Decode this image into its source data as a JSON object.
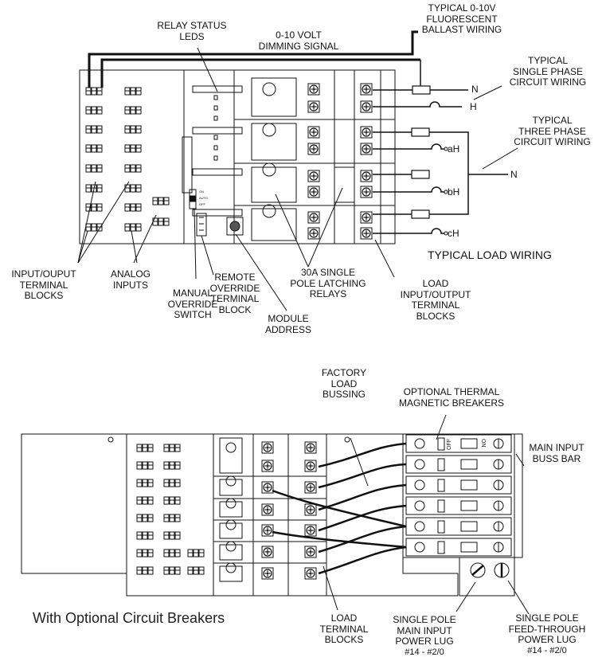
{
  "top": {
    "labels": {
      "relay_leds": [
        "RELAY STATUS",
        "LEDS"
      ],
      "dimming": [
        "0-10 VOLT",
        "DIMMING SIGNAL"
      ],
      "ballast": [
        "TYPICAL 0-10V",
        "FLUORESCENT",
        "BALLAST WIRING"
      ],
      "single_phase": [
        "TYPICAL",
        "SINGLE PHASE",
        "CIRCUIT WIRING"
      ],
      "three_phase": [
        "TYPICAL",
        "THREE PHASE",
        "CIRCUIT WIRING"
      ],
      "load_wiring": "TYPICAL LOAD WIRING",
      "io_blocks": [
        "INPUT/OUPUT",
        "TERMINAL",
        "BLOCKS"
      ],
      "analog": [
        "ANALOG",
        "INPUTS"
      ],
      "manual": [
        "MANUAL",
        "OVERRIDE",
        "SWITCH"
      ],
      "remote": [
        "REMOTE",
        "OVERRIDE",
        "TERMINAL",
        "BLOCK"
      ],
      "module": [
        "MODULE",
        "ADDRESS"
      ],
      "relays": [
        "30A SINGLE",
        "POLE LATCHING",
        "RELAYS"
      ],
      "load_io": [
        "LOAD",
        "INPUT/OUTPUT",
        "TERMINAL",
        "BLOCKS"
      ]
    },
    "terminals": {
      "n": "N",
      "h": "H",
      "n2": "N",
      "ah": "aH",
      "bh": "bH",
      "ch": "cH"
    },
    "switch_text": {
      "on": "ON",
      "auto": "AUTO",
      "off": "OFF"
    }
  },
  "bottom": {
    "labels": {
      "factory": [
        "FACTORY",
        "LOAD",
        "BUSSING"
      ],
      "breakers": [
        "OPTIONAL THERMAL",
        "MAGNETIC BREAKERS"
      ],
      "main_buss": [
        "MAIN INPUT",
        "BUSS BAR"
      ],
      "load_terminal": [
        "LOAD",
        "TERMINAL",
        "BLOCKS"
      ],
      "main_lug": [
        "SINGLE POLE",
        "MAIN INPUT",
        "POWER LUG",
        "#14 - #2/0"
      ],
      "feed_lug": [
        "SINGLE POLE",
        "FEED-THROUGH",
        "POWER LUG",
        "#14 - #2/0"
      ]
    },
    "caption": "With Optional Circuit Breakers",
    "breaker_text": {
      "off": "OFF",
      "on": "ON"
    }
  }
}
